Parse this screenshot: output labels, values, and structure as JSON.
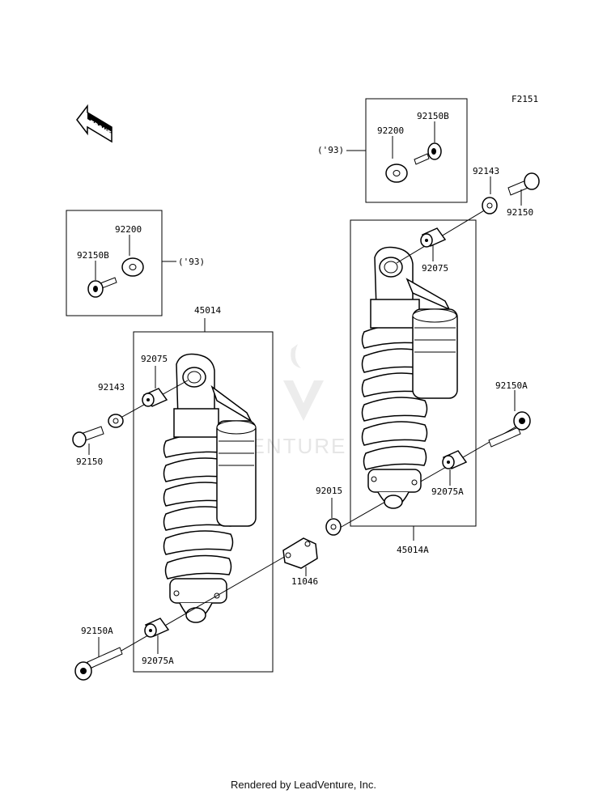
{
  "diagram_code": "F2151",
  "front_label": "FRONT",
  "labels": {
    "box_top_year": "('93)",
    "box_top_washer": "92200",
    "box_top_bolt": "92150B",
    "box_left_washer": "92200",
    "box_left_bolt": "92150B",
    "box_left_year": "('93)",
    "left_assembly": "45014",
    "left_bushing_top": "92075",
    "left_collar": "92143",
    "left_bolt_top": "92150",
    "left_bolt_bottom": "92150A",
    "left_bushing_bottom": "92075A",
    "bracket": "11046",
    "nut": "92015",
    "right_collar": "92143",
    "right_bolt_top": "92150",
    "right_bushing_top": "92075",
    "right_bolt_bottom": "92150A",
    "right_bushing_bottom": "92075A",
    "right_assembly": "45014A"
  },
  "watermark": "ADVENTURE",
  "footer": "Rendered by LeadVenture, Inc."
}
